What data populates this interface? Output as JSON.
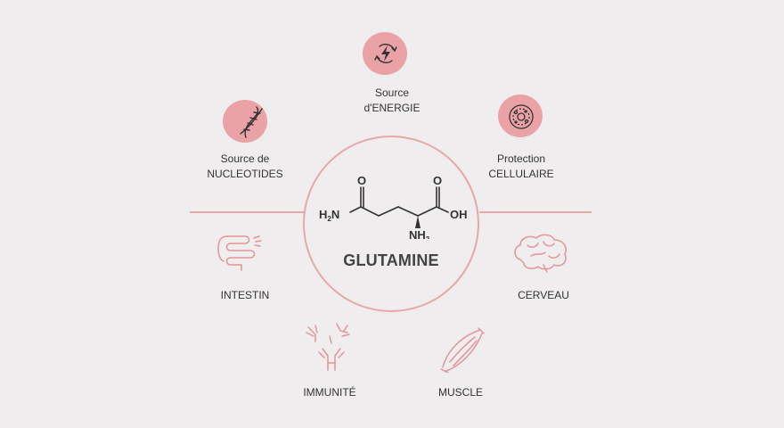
{
  "center": {
    "title": "GLUTAMINE"
  },
  "molecule": {
    "h2n": "H",
    "h2n_sub": "2",
    "h2n_n": "N",
    "o_left": "O",
    "o_right": "O",
    "oh": "OH",
    "nh2": "NH",
    "nh2_sub": "2"
  },
  "nodes": {
    "energy": {
      "line1": "Source",
      "line2": "d'ENERGIE",
      "icon": "energy-bolt-icon"
    },
    "nucleotides": {
      "line1": "Source de",
      "line2": "NUCLEOTIDES",
      "icon": "dna-icon"
    },
    "protection": {
      "line1": "Protection",
      "line2": "CELLULAIRE",
      "icon": "cell-icon"
    },
    "intestin": {
      "label": "INTESTIN",
      "icon": "intestine-icon"
    },
    "cerveau": {
      "label": "CERVEAU",
      "icon": "brain-icon"
    },
    "immunite": {
      "label": "IMMUNITÉ",
      "icon": "antibody-icon"
    },
    "muscle": {
      "label": "MUSCLE",
      "icon": "muscle-icon"
    }
  },
  "colors": {
    "accent": "#eba2a6",
    "line": "#e8a6aa",
    "icon_stroke": "#333333",
    "background": "#efeded"
  }
}
